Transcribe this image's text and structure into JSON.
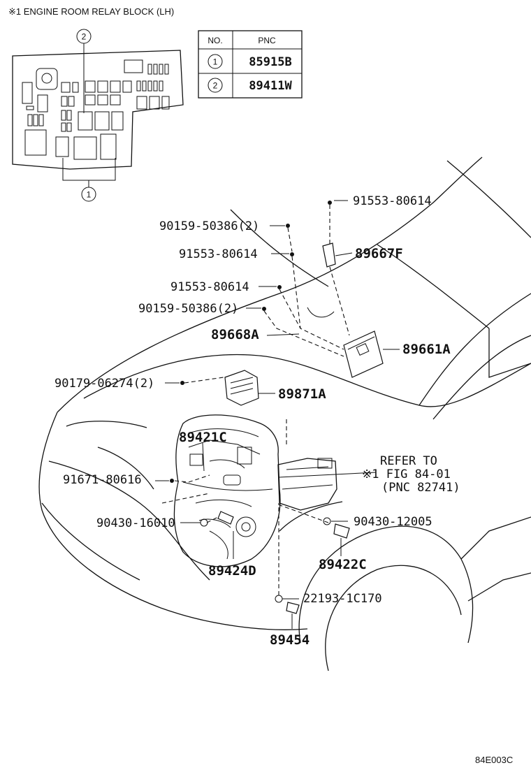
{
  "relay_block": {
    "title": "※1 ENGINE ROOM RELAY BLOCK (LH)",
    "callout_1": "1",
    "callout_2": "2"
  },
  "pnc_table": {
    "header_no": "NO.",
    "header_pnc": "PNC",
    "rows": [
      {
        "no": "1",
        "pnc": "85915B"
      },
      {
        "no": "2",
        "pnc": "89411W"
      }
    ]
  },
  "labels": {
    "l_91553_top": "91553-80614",
    "l_90159_a": "90159-50386(2)",
    "l_91553_mid": "91553-80614",
    "l_89667F": "89667F",
    "l_91553_low": "91553-80614",
    "l_90159_b": "90159-50386(2)",
    "l_89668A": "89668A",
    "l_89661A": "89661A",
    "l_90179": "90179-06274(2)",
    "l_89871A": "89871A",
    "l_89421C": "89421C",
    "l_91671": "91671-80616",
    "l_refer_1": "REFER TO",
    "l_refer_2": "※1 FIG 84-01",
    "l_refer_3": "(PNC 82741)",
    "l_90430_16010": "90430-16010",
    "l_90430_12005": "90430-12005",
    "l_89424D": "89424D",
    "l_89422C": "89422C",
    "l_22193": "22193-1C170",
    "l_89454": "89454"
  },
  "figure_code": "84E003C"
}
